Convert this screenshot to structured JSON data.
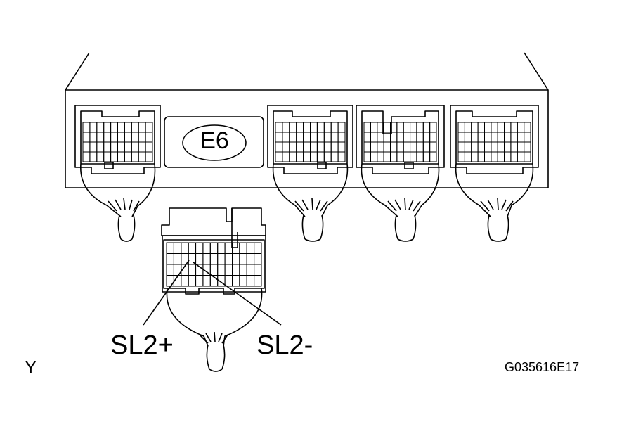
{
  "figure": {
    "connector_label": "E6",
    "pin_labels": [
      "SL2+",
      "SL2-"
    ],
    "view_marker": "Y",
    "figure_code": "G035616E17"
  },
  "colors": {
    "line": "#000000",
    "background": "#ffffff"
  }
}
